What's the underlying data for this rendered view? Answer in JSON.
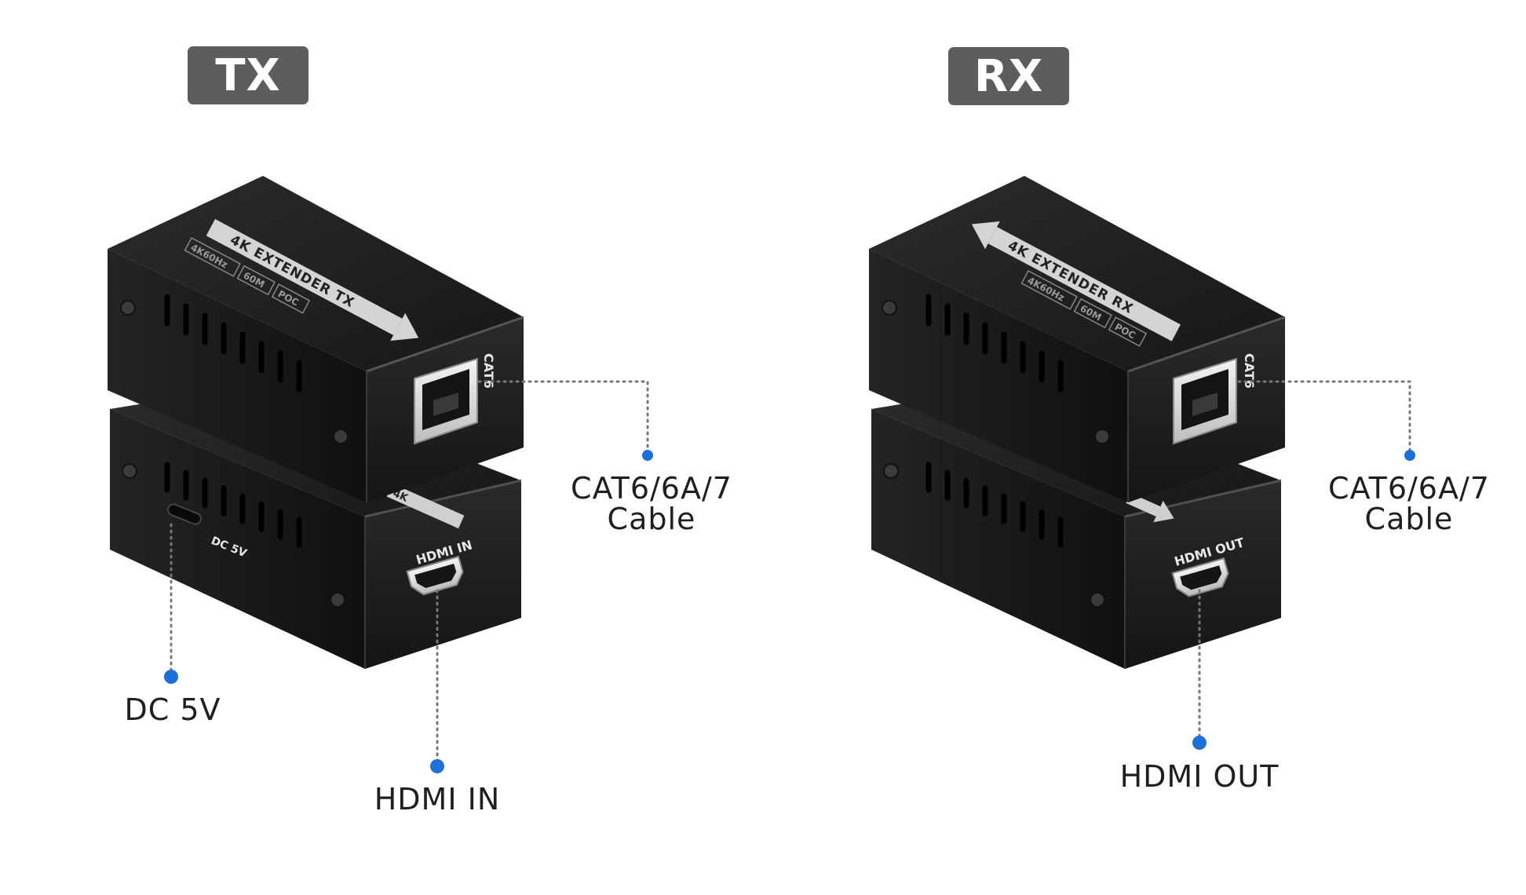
{
  "transmitter": {
    "badge": "TX",
    "top_label": "4K EXTENDER TX",
    "spec_tags": [
      "4K60Hz",
      "60M",
      "POC"
    ],
    "port_cat6": "CAT6",
    "port_power": "DC 5V",
    "port_hdmi": "HDMI IN",
    "rear_peek": "4K",
    "callout_cable_line1": "CAT6/6A/7",
    "callout_cable_line2": "Cable",
    "callout_power": "DC 5V",
    "callout_hdmi": "HDMI IN"
  },
  "receiver": {
    "badge": "RX",
    "top_label": "4K EXTENDER RX",
    "spec_tags": [
      "4K60Hz",
      "60M",
      "POC"
    ],
    "port_cat6": "CAT6",
    "port_hdmi": "HDMI OUT",
    "callout_cable_line1": "CAT6/6A/7",
    "callout_cable_line2": "Cable",
    "callout_hdmi": "HDMI OUT"
  },
  "colors": {
    "badge_bg": "#5d5d5d",
    "device_body": "#1c1c1c",
    "callout_dot": "#1f6fd9",
    "leader_line": "#777777"
  },
  "icons": [
    "rj45-port-icon",
    "hdmi-port-icon",
    "usb-c-power-port-icon",
    "arrow-icon",
    "screw-icon",
    "vent-slot-icon"
  ]
}
